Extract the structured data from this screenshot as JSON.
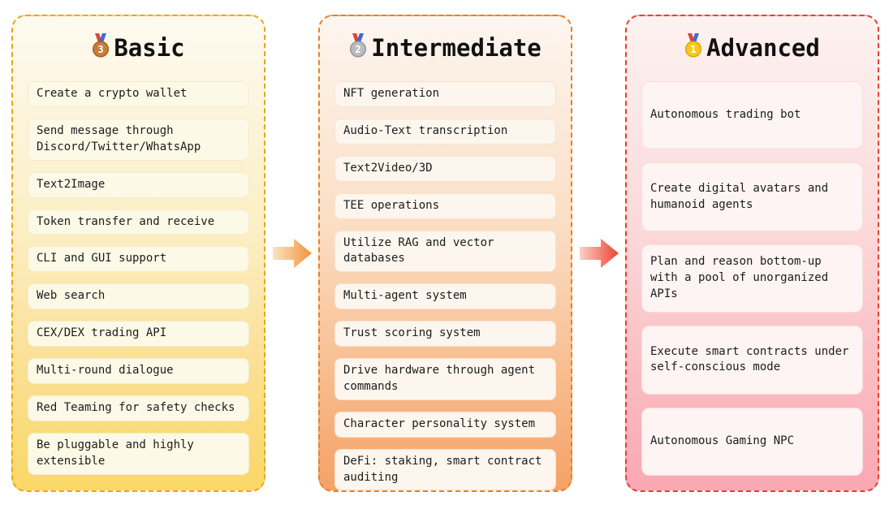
{
  "page": {
    "background": "#ffffff"
  },
  "columns": [
    {
      "id": "basic",
      "title": "Basic",
      "medal": {
        "icon": "bronze-medal-icon",
        "rank": "3",
        "color": "#c97e3d"
      },
      "accent": {
        "border": "#e6a817",
        "bg_top": "#fdfaf0",
        "bg_bottom": "#fad767",
        "item_bg": "#fdf9e7",
        "item_border": "#f3ecd0"
      },
      "items": [
        "Create a crypto wallet",
        "Send message through Discord/Twitter/WhatsApp",
        "Text2Image",
        "Token transfer and receive",
        "CLI and GUI support",
        "Web search",
        "CEX/DEX trading API",
        "Multi-round dialogue",
        "Red Teaming for safety checks",
        "Be pluggable and highly extensible"
      ]
    },
    {
      "id": "intermediate",
      "title": "Intermediate",
      "medal": {
        "icon": "silver-medal-icon",
        "rank": "2",
        "color": "#b9bcc0"
      },
      "accent": {
        "border": "#e8821d",
        "bg_top": "#fdf6f0",
        "bg_bottom": "#f5a266",
        "item_bg": "#fdf6ee",
        "item_border": "#f5e3d0"
      },
      "items": [
        "NFT generation",
        "Audio-Text transcription",
        "Text2Video/3D",
        "TEE operations",
        "Utilize RAG and vector databases",
        "Multi-agent system",
        "Trust scoring system",
        "Drive hardware through agent commands",
        "Character personality system",
        "DeFi: staking, smart contract auditing"
      ]
    },
    {
      "id": "advanced",
      "title": "Advanced",
      "medal": {
        "icon": "gold-medal-icon",
        "rank": "1",
        "color": "#f7c91e"
      },
      "accent": {
        "border": "#e5402b",
        "bg_top": "#fdf2f1",
        "bg_bottom": "#f9a8b2",
        "item_bg": "#fdf4f3",
        "item_border": "#f8ded9"
      },
      "items": [
        "Autonomous trading bot",
        "Create digital avatars and humanoid agents",
        "Plan and reason bottom-up with a pool of unorganized APIs",
        "Execute smart contracts under self-conscious mode",
        "Autonomous Gaming NPC"
      ]
    }
  ],
  "arrows": [
    {
      "icon": "right-arrow-icon",
      "from": "basic",
      "to": "intermediate",
      "color_from": "#fbe3c0",
      "color_to": "#f0953a"
    },
    {
      "icon": "right-arrow-icon",
      "from": "intermediate",
      "to": "advanced",
      "color_from": "#fbd0c8",
      "color_to": "#ee4130"
    }
  ]
}
